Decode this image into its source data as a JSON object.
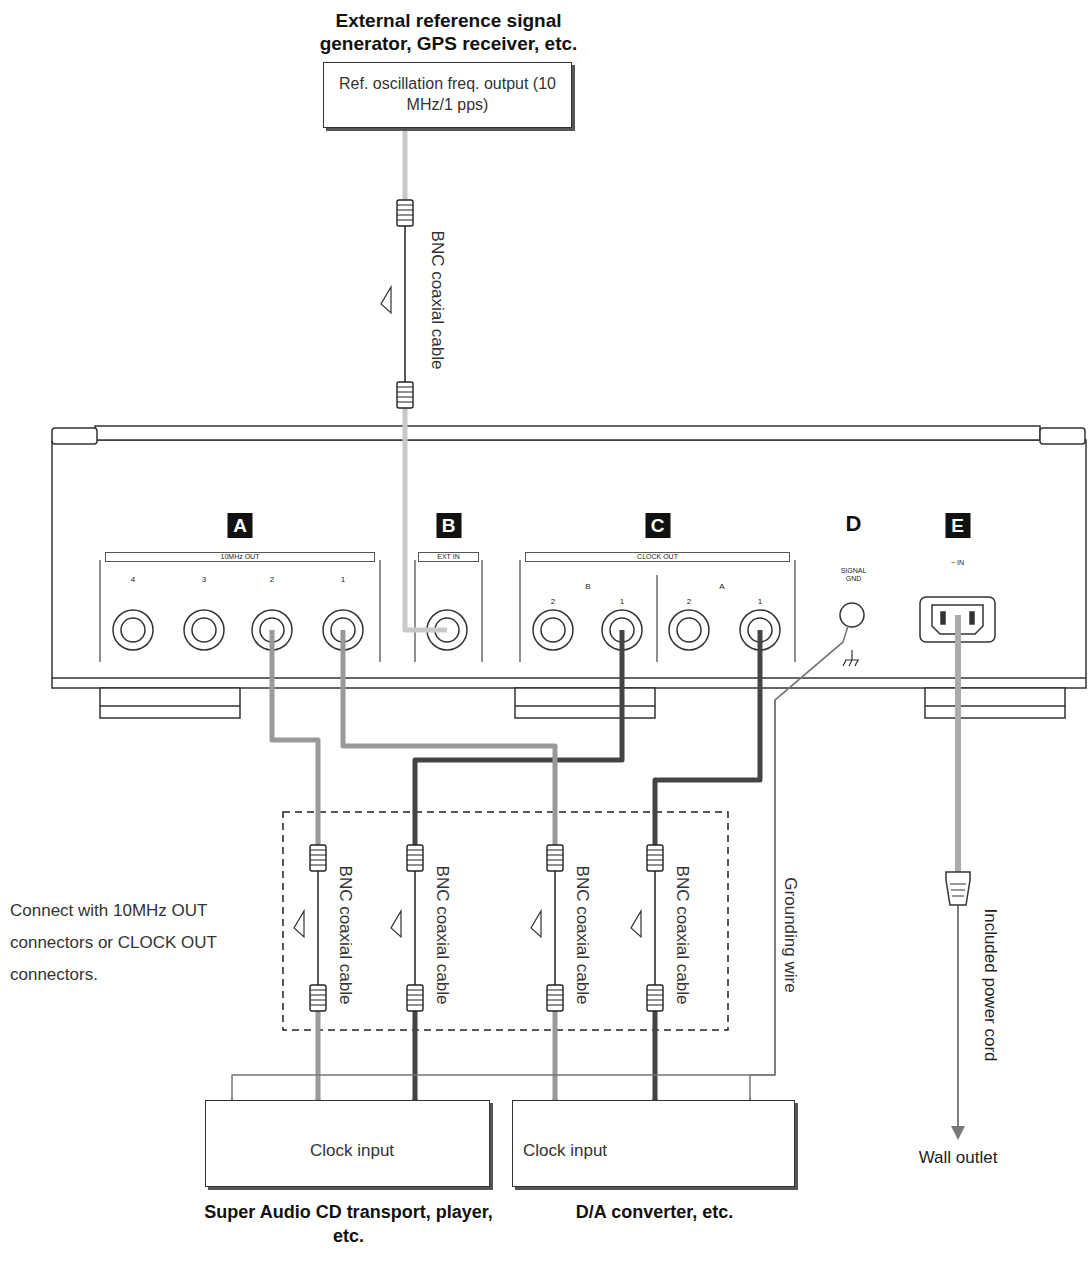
{
  "diagram": {
    "nodes": [
      {
        "text": [
          "External reference signal generator, GPS receiver, etc.",
          "Ref. oscillation freq. output (10 MHz/1 pps)"
        ]
      },
      {
        "text": [
          "A",
          "10MHz OUT"
        ]
      },
      {
        "text": [
          "B",
          "EXT IN"
        ]
      },
      {
        "text": [
          "C",
          "CLOCK OUT"
        ]
      },
      {
        "text": [
          "D",
          "SIGNAL GND"
        ]
      },
      {
        "text": [
          "E",
          "~ IN"
        ]
      },
      {
        "text": [
          "Clock input",
          "Super Audio CD transport, player, etc."
        ]
      },
      {
        "text": [
          "Clock input",
          "D/A converter, etc."
        ]
      }
    ],
    "edges": [
      {
        "from": 0,
        "to": 2,
        "arrow": "none",
        "label": "BNC coaxial cable"
      },
      {
        "from": 1,
        "to": 6,
        "arrow": "none",
        "label": "BNC coaxial cable"
      },
      {
        "from": 3,
        "to": 6,
        "arrow": "none",
        "label": "BNC coaxial cable"
      },
      {
        "from": 1,
        "to": 7,
        "arrow": "none",
        "label": "BNC coaxial cable"
      },
      {
        "from": 3,
        "to": 7,
        "arrow": "none",
        "label": "BNC coaxial cable"
      },
      {
        "from": 4,
        "to": 6,
        "arrow": "none",
        "label": "Grounding wire"
      },
      {
        "from": 4,
        "to": 7,
        "arrow": "none"
      }
    ],
    "labels": [
      "4",
      "3",
      "2",
      "1",
      "B",
      "2",
      "1",
      "A",
      "2",
      "1",
      "Connect with 10MHz OUT connectors or CLOCK OUT connectors.",
      "Included power cord",
      "Wall outlet"
    ]
  }
}
